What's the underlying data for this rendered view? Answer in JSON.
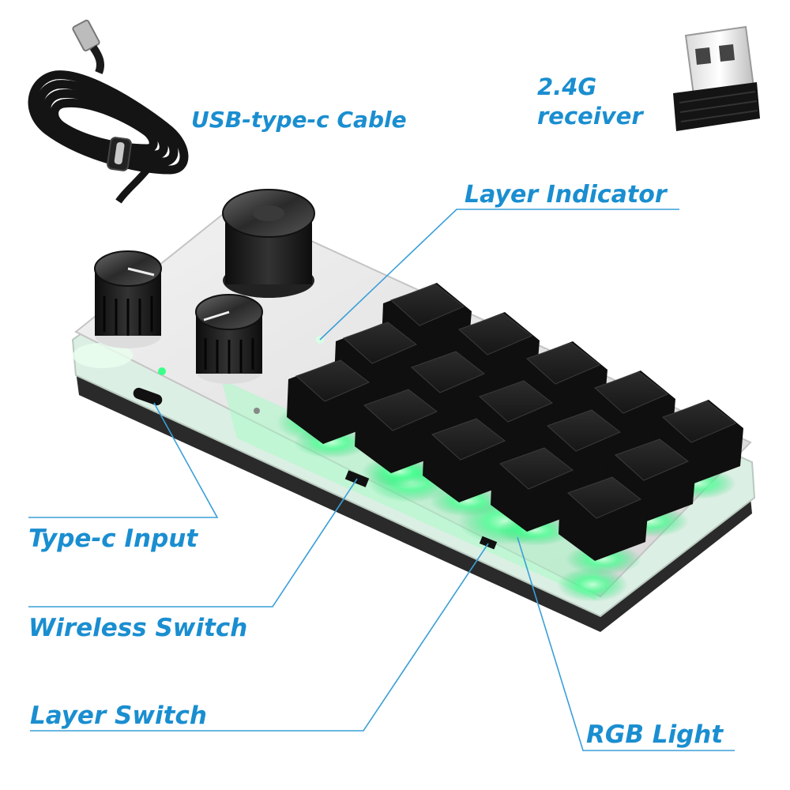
{
  "labels": {
    "cable": "USB-type-c Cable",
    "receiver_line1": "2.4G",
    "receiver_line2": "receiver",
    "layer_indicator": "Layer Indicator",
    "typec_input": "Type-c Input",
    "wireless_switch": "Wireless Switch",
    "layer_switch": "Layer Switch",
    "rgb_light": "RGB Light"
  },
  "colors": {
    "label_text": "#1a8ed0",
    "callout_line": "#3a9fd8",
    "keycap": "#1b1b1b",
    "led_glow": "#3cff8a",
    "acrylic": "#e4e4e4"
  },
  "product": {
    "keys": 15,
    "knobs": 3
  }
}
